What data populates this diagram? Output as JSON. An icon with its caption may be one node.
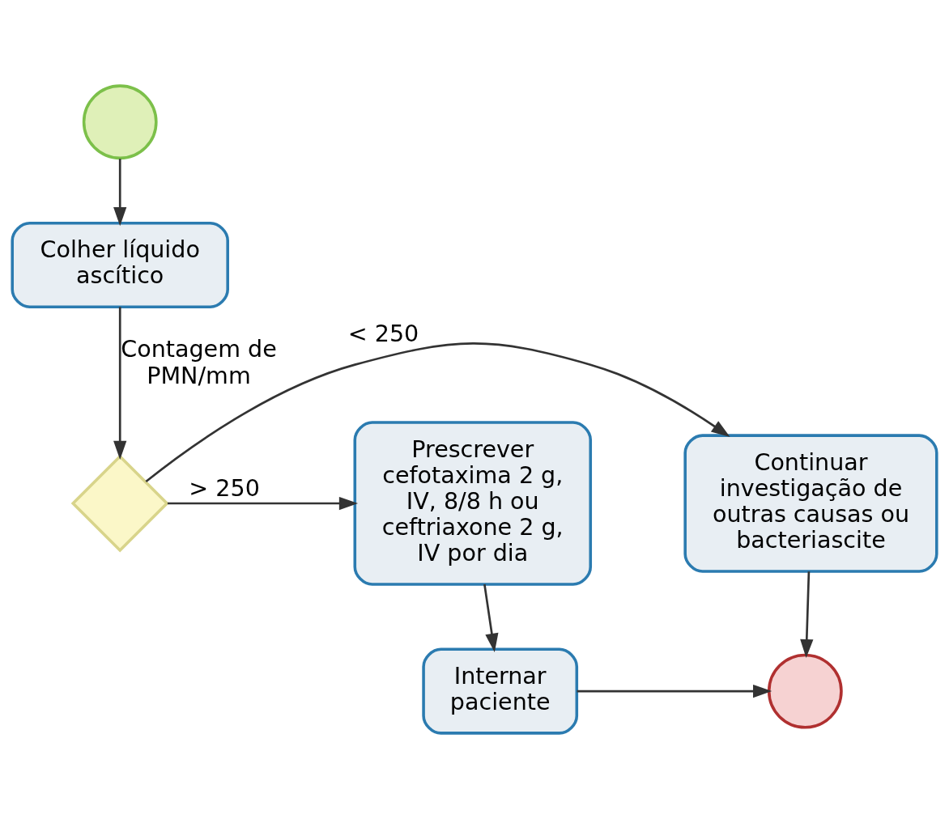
{
  "diagram": {
    "nodes": [
      {
        "text": [],
        "shape": "circle"
      },
      {
        "text": [
          "Colher líquido ascítico"
        ]
      },
      {
        "text": [],
        "shape": "diamond"
      },
      {
        "text": [
          "Continuar investigação de outras causas ou bacteriascite"
        ]
      },
      {
        "text": [
          "Prescrever cefotaxima 2 g, IV, 8/8 h ou ceftriaxone 2 g, IV por dia"
        ]
      },
      {
        "text": [
          "Internar paciente"
        ]
      },
      {
        "text": [],
        "shape": "circle"
      }
    ],
    "edges": [
      {
        "from": 0,
        "to": 1,
        "arrow": "to"
      },
      {
        "from": 1,
        "to": 2,
        "arrow": "to",
        "label": "Contagem de PMN/mm"
      },
      {
        "from": 2,
        "to": 3,
        "arrow": "to",
        "label": "< 250"
      },
      {
        "from": 2,
        "to": 4,
        "arrow": "to",
        "label": "> 250"
      },
      {
        "from": 4,
        "to": 5,
        "arrow": "to"
      },
      {
        "from": 3,
        "to": 6,
        "arrow": "to"
      },
      {
        "from": 5,
        "to": 6,
        "arrow": "to"
      }
    ]
  }
}
